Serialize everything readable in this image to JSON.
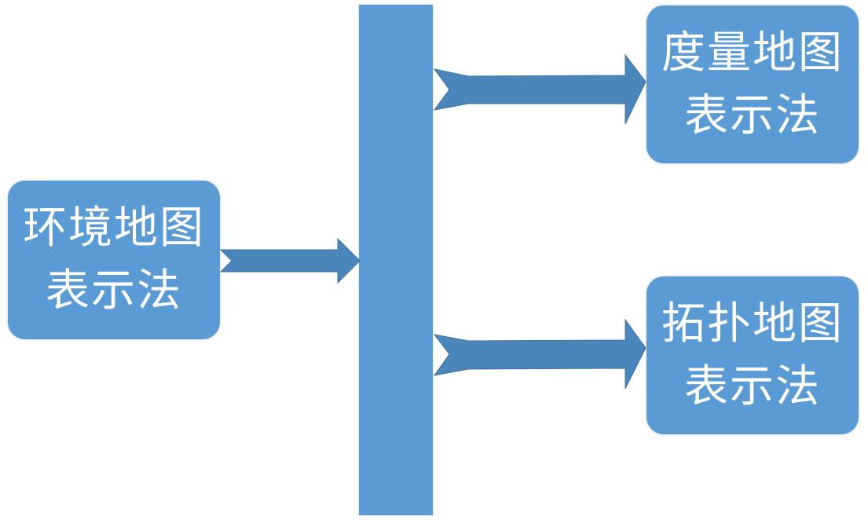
{
  "diagram": {
    "source_node": {
      "line1": "环境地图",
      "line2": "表示法"
    },
    "metric_node": {
      "line1": "度量地图",
      "line2": "表示法"
    },
    "topological_node": {
      "line1": "拓扑地图",
      "line2": "表示法"
    },
    "colors": {
      "node_fill": "#5b9bd5",
      "arrow_fill": "#4a86bb",
      "arrow_stroke": "#41719c",
      "text": "#ffffff"
    }
  }
}
